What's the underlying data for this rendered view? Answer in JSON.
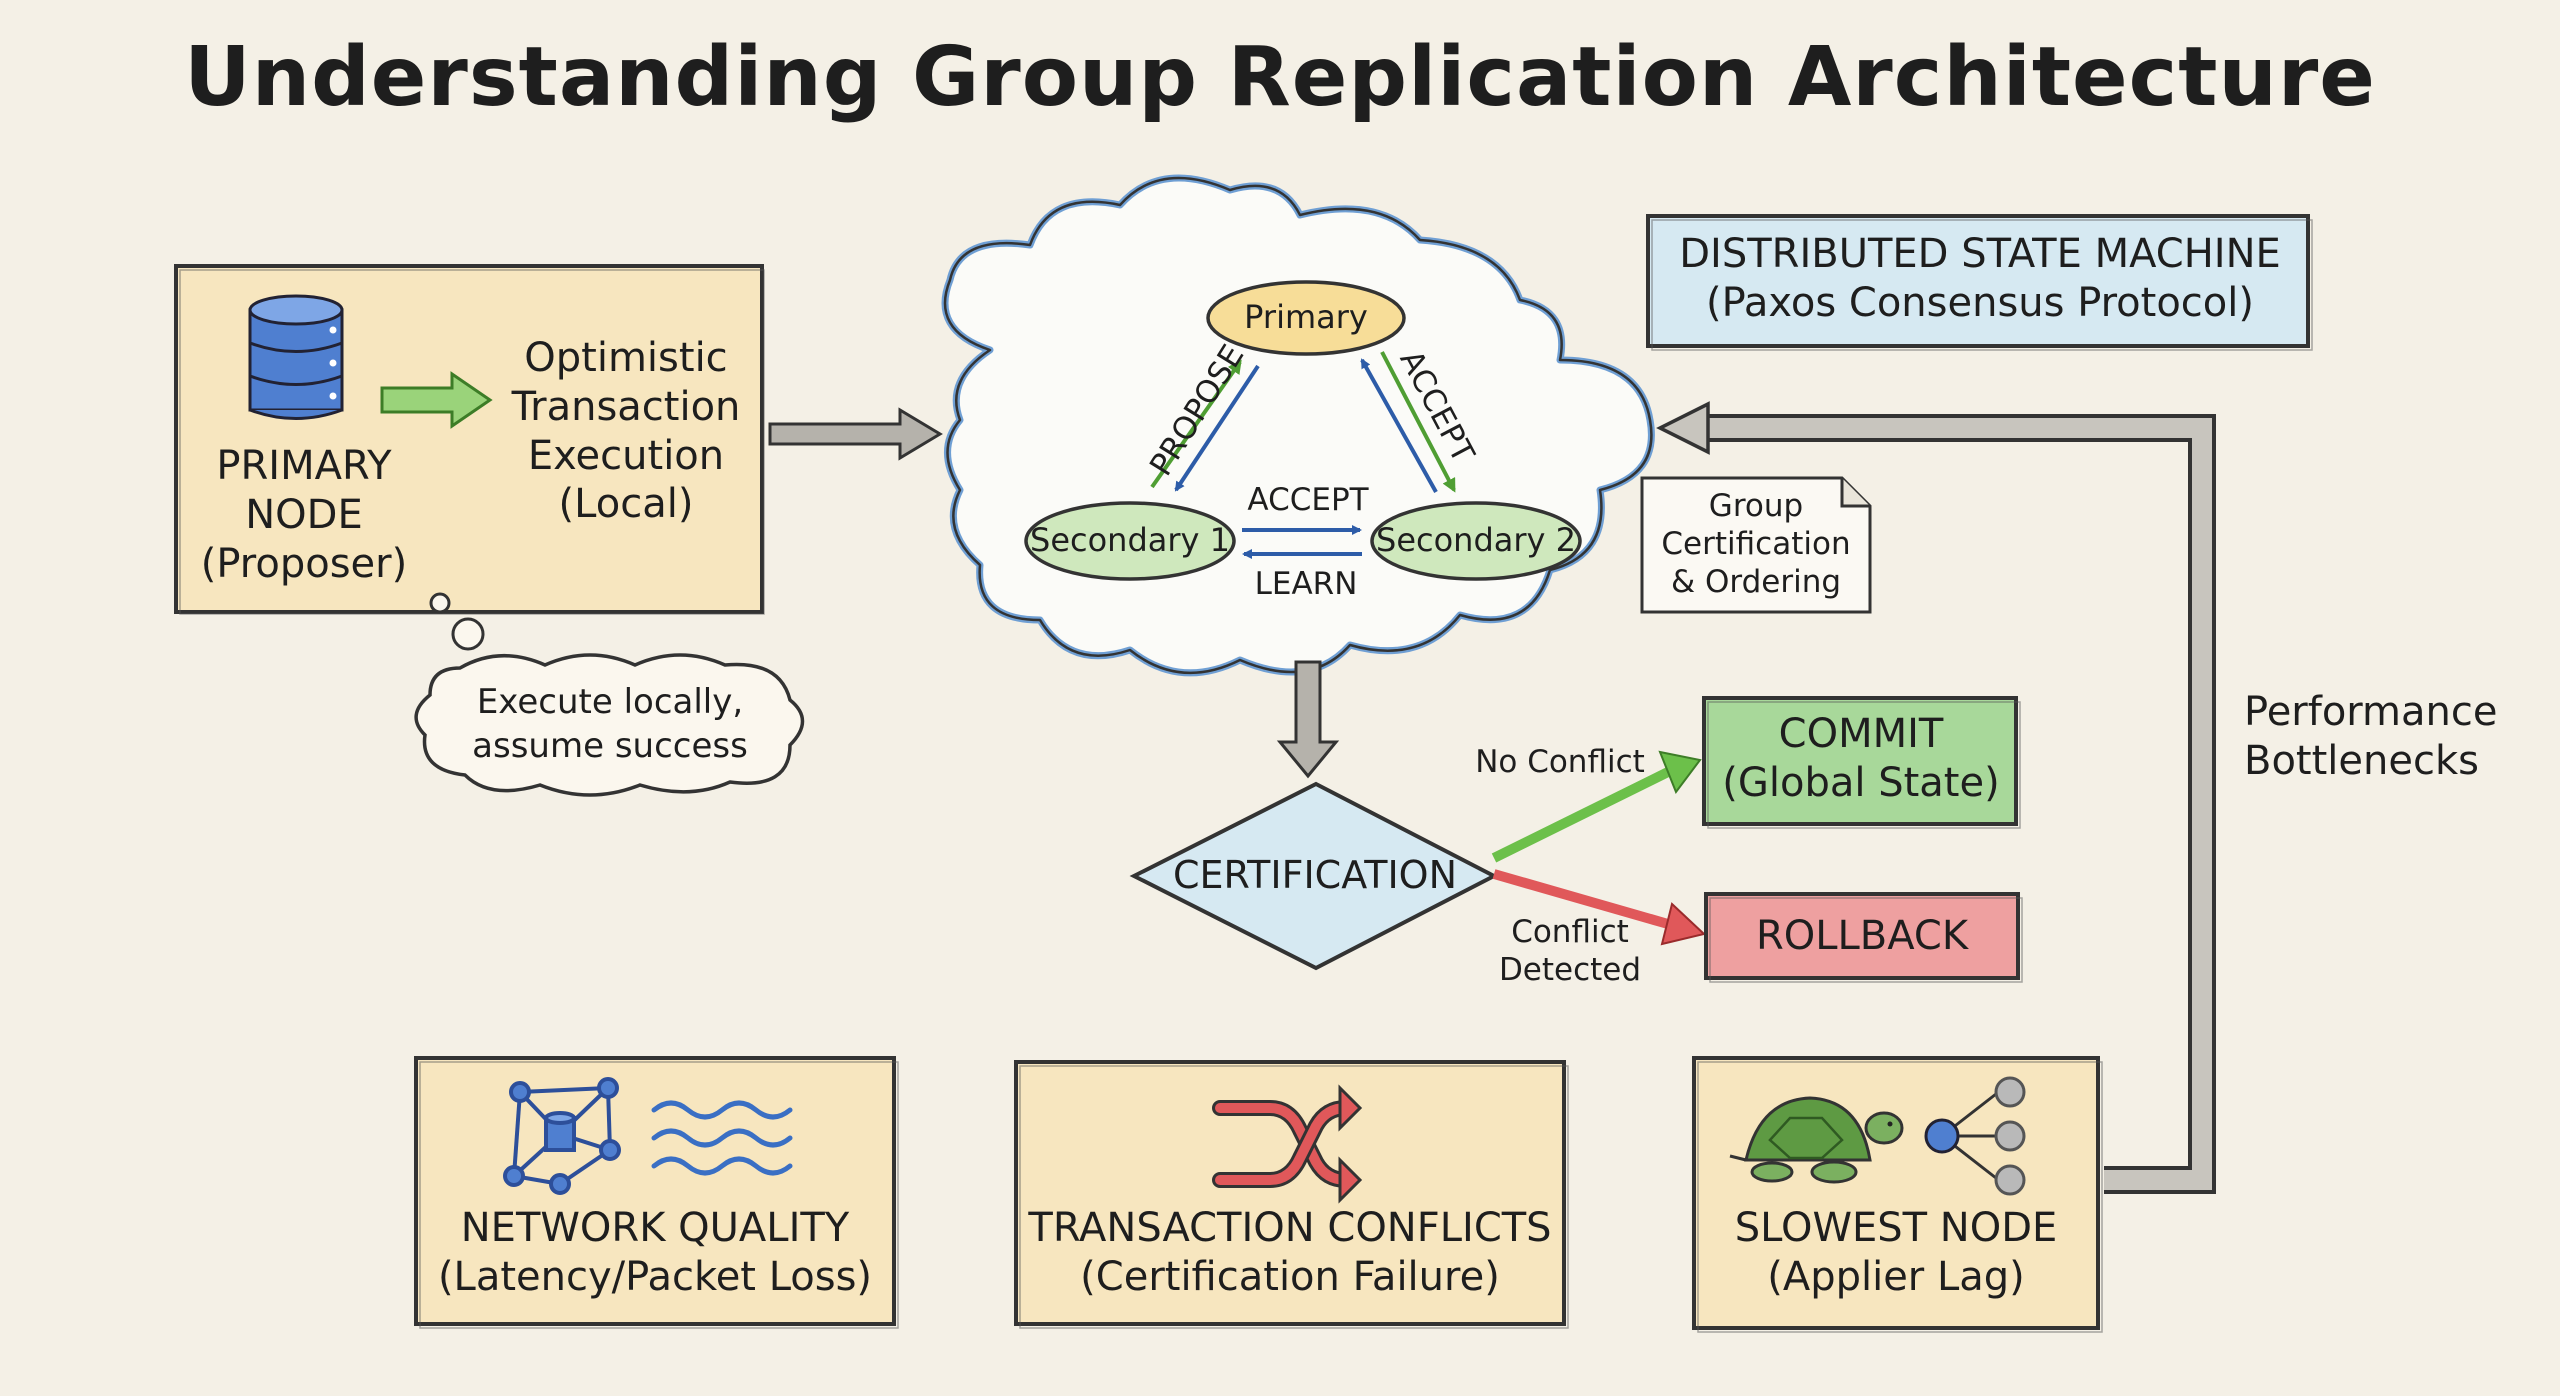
{
  "title": "Understanding Group Replication Architecture",
  "primary_node": {
    "label_line1": "PRIMARY",
    "label_line2": "NODE",
    "label_line3": "(Proposer)",
    "execution_line1": "Optimistic",
    "execution_line2": "Transaction",
    "execution_line3": "Execution",
    "execution_line4": "(Local)",
    "thought_line1": "Execute locally,",
    "thought_line2": "assume success"
  },
  "consensus": {
    "primary": "Primary",
    "secondary1": "Secondary 1",
    "secondary2": "Secondary 2",
    "propose": "PROPOSE",
    "accept_right": "ACCEPT",
    "accept_mid": "ACCEPT",
    "learn": "LEARN",
    "note_line1": "Group",
    "note_line2": "Certification",
    "note_line3": "& Ordering"
  },
  "state_machine": {
    "line1": "DISTRIBUTED STATE MACHINE",
    "line2": "(Paxos Consensus Protocol)"
  },
  "certification": {
    "label": "CERTIFICATION",
    "no_conflict": "No Conflict",
    "conflict_line1": "Conflict",
    "conflict_line2": "Detected"
  },
  "commit": {
    "line1": "COMMIT",
    "line2": "(Global State)"
  },
  "rollback": {
    "label": "ROLLBACK"
  },
  "bottlenecks": {
    "heading_line1": "Performance",
    "heading_line2": "Bottlenecks",
    "network_line1": "NETWORK QUALITY",
    "network_line2": "(Latency/Packet Loss)",
    "conflicts_line1": "TRANSACTION CONFLICTS",
    "conflicts_line2": "(Certification Failure)",
    "slowest_line1": "SLOWEST NODE",
    "slowest_line2": "(Applier Lag)"
  },
  "colors": {
    "background": "#f4f0e6",
    "yellow_box": "#f7e6bf",
    "blue_box": "#d6e9f2",
    "green_box": "#a8d89a",
    "red_box": "#eea0a0",
    "node_green": "#cfe8bd",
    "primary_yellow": "#f7dd98",
    "arrow_green": "#6cc04a",
    "arrow_blue": "#3a6fc4",
    "arrow_red": "#e0585a"
  }
}
